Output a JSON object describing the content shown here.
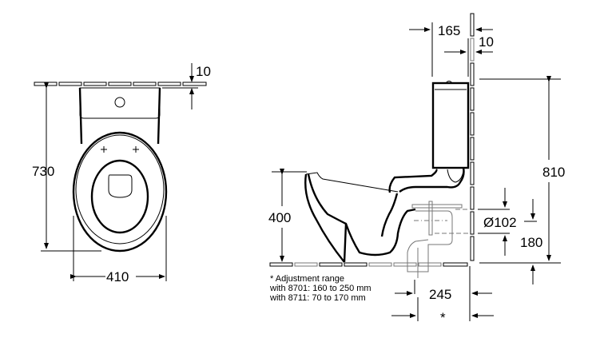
{
  "diagram": {
    "type": "technical-drawing",
    "subject": "close-coupled toilet, floor-standing, top view and side view",
    "top_view": {
      "dimensions": {
        "depth": "730",
        "width": "410",
        "wall_gap": "10"
      }
    },
    "side_view": {
      "dimensions": {
        "cistern_depth": "165",
        "cistern_wall_gap": "10",
        "total_height": "810",
        "seat_height": "400",
        "outlet_diameter": "Ø102",
        "outlet_height": "180",
        "outlet_distance": "245",
        "adjustment_marker": "*"
      }
    },
    "footnote": {
      "line1": "* Adjustment range",
      "line2": "with 8701: 160 to 250 mm",
      "line3": "with 8711: 70 to 170 mm"
    }
  }
}
